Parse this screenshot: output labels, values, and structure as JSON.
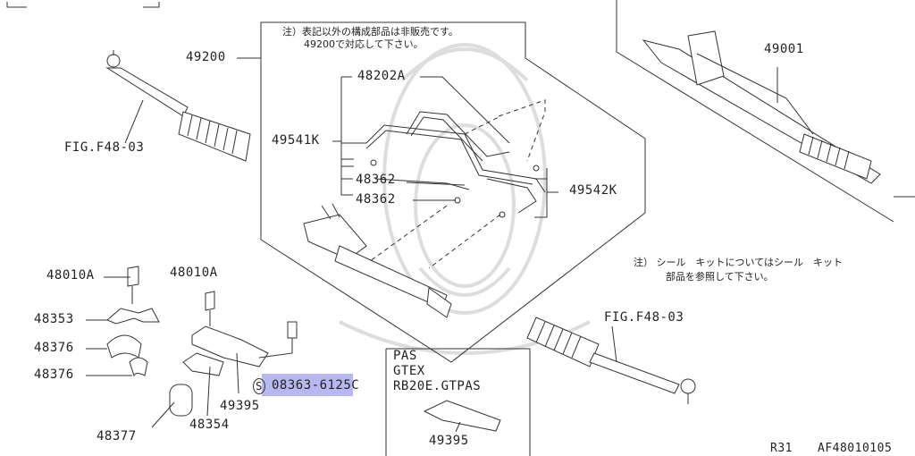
{
  "diagram": {
    "parts": {
      "p49200": "49200",
      "p49001": "49001",
      "p48202A": "48202A",
      "p49541K": "49541K",
      "p48362a": "48362",
      "p48362b": "48362",
      "p49542K": "49542K",
      "p48010A_left": "48010A",
      "p48010A_mid": "48010A",
      "p48353": "48353",
      "p48376a": "48376",
      "p48376b": "48376",
      "p48377": "48377",
      "p48354": "48354",
      "p49395": "49395",
      "p08363": "08363-6125C",
      "p08363_prefix": "S",
      "p49395_inset": "49395"
    },
    "fig_refs": {
      "left": "FIG.F48-03",
      "right": "FIG.F48-03"
    },
    "notes": {
      "main_line1": "注）表記以外の構成部品は非販売です。",
      "main_line2": "49200で対応して下さい。",
      "seal_line1": "注） シール　キットについてはシール　キット",
      "seal_line2": "部品を参照して下さい。"
    },
    "inset": {
      "line1": "PAS",
      "line2": "GTEX",
      "line3": "RB20E.GTPAS"
    },
    "footer": {
      "model": "R31",
      "code": "AF48010105"
    }
  }
}
